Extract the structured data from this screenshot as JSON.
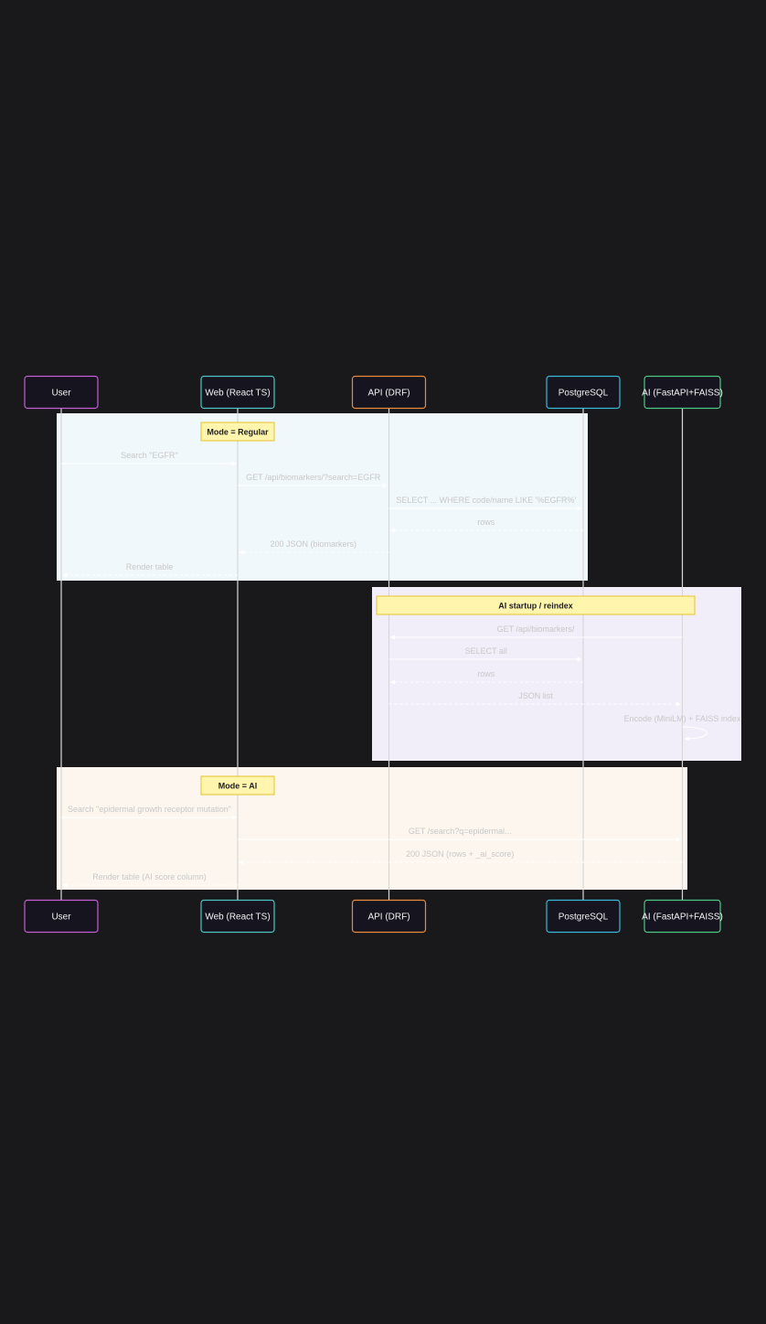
{
  "diagram": {
    "actors": [
      {
        "id": "user",
        "label": "User",
        "color": "#c55ed2"
      },
      {
        "id": "web",
        "label": "Web (React TS)",
        "color": "#4fc4c2"
      },
      {
        "id": "api",
        "label": "API (DRF)",
        "color": "#ea8a3e"
      },
      {
        "id": "pg",
        "label": "PostgreSQL",
        "color": "#3cb8d8"
      },
      {
        "id": "ai",
        "label": "AI (FastAPI+FAISS)",
        "color": "#4cc883"
      }
    ],
    "sections": [
      {
        "name": "regular",
        "background": "#f0f8fb",
        "note": "Mode = Regular",
        "messages": [
          {
            "label": "Search \"EGFR\"",
            "from": "user",
            "to": "web",
            "style": "solid"
          },
          {
            "label": "GET /api/biomarkers/?search=EGFR",
            "from": "web",
            "to": "api",
            "style": "solid"
          },
          {
            "label": "SELECT ... WHERE code/name LIKE '%EGFR%'",
            "from": "api",
            "to": "pg",
            "style": "solid"
          },
          {
            "label": "rows",
            "from": "pg",
            "to": "api",
            "style": "dashed"
          },
          {
            "label": "200 JSON (biomarkers)",
            "from": "api",
            "to": "web",
            "style": "dashed"
          },
          {
            "label": "Render table",
            "from": "web",
            "to": "user",
            "style": "dashed"
          }
        ]
      },
      {
        "name": "ai-startup",
        "background": "#f1eefa",
        "note": "AI startup / reindex",
        "messages": [
          {
            "label": "GET /api/biomarkers/",
            "from": "ai",
            "to": "api",
            "style": "solid"
          },
          {
            "label": "SELECT all",
            "from": "api",
            "to": "pg",
            "style": "solid"
          },
          {
            "label": "rows",
            "from": "pg",
            "to": "api",
            "style": "dashed"
          },
          {
            "label": "JSON list",
            "from": "api",
            "to": "ai",
            "style": "dashed"
          },
          {
            "label": "Encode (MiniLM) + FAISS index",
            "from": "ai",
            "to": "ai",
            "style": "solid"
          }
        ]
      },
      {
        "name": "ai-mode",
        "background": "#fdf6ee",
        "note": "Mode = AI",
        "messages": [
          {
            "label": "Search \"epidermal growth receptor mutation\"",
            "from": "user",
            "to": "web",
            "style": "solid"
          },
          {
            "label": "GET /search?q=epidermal...",
            "from": "web",
            "to": "ai",
            "style": "solid"
          },
          {
            "label": "200 JSON (rows + _ai_score)",
            "from": "ai",
            "to": "web",
            "style": "dashed"
          },
          {
            "label": "Render table (AI score column)",
            "from": "web",
            "to": "user",
            "style": "dashed"
          }
        ]
      }
    ],
    "colors": {
      "background": "#19191b",
      "actor_fill": "#15141f",
      "note_fill": "#fff5ad",
      "note_stroke": "#e6c229",
      "lifeline": "#d8d8d8",
      "arrow": "#ffffff",
      "message_text": "#c8c8c8"
    }
  }
}
